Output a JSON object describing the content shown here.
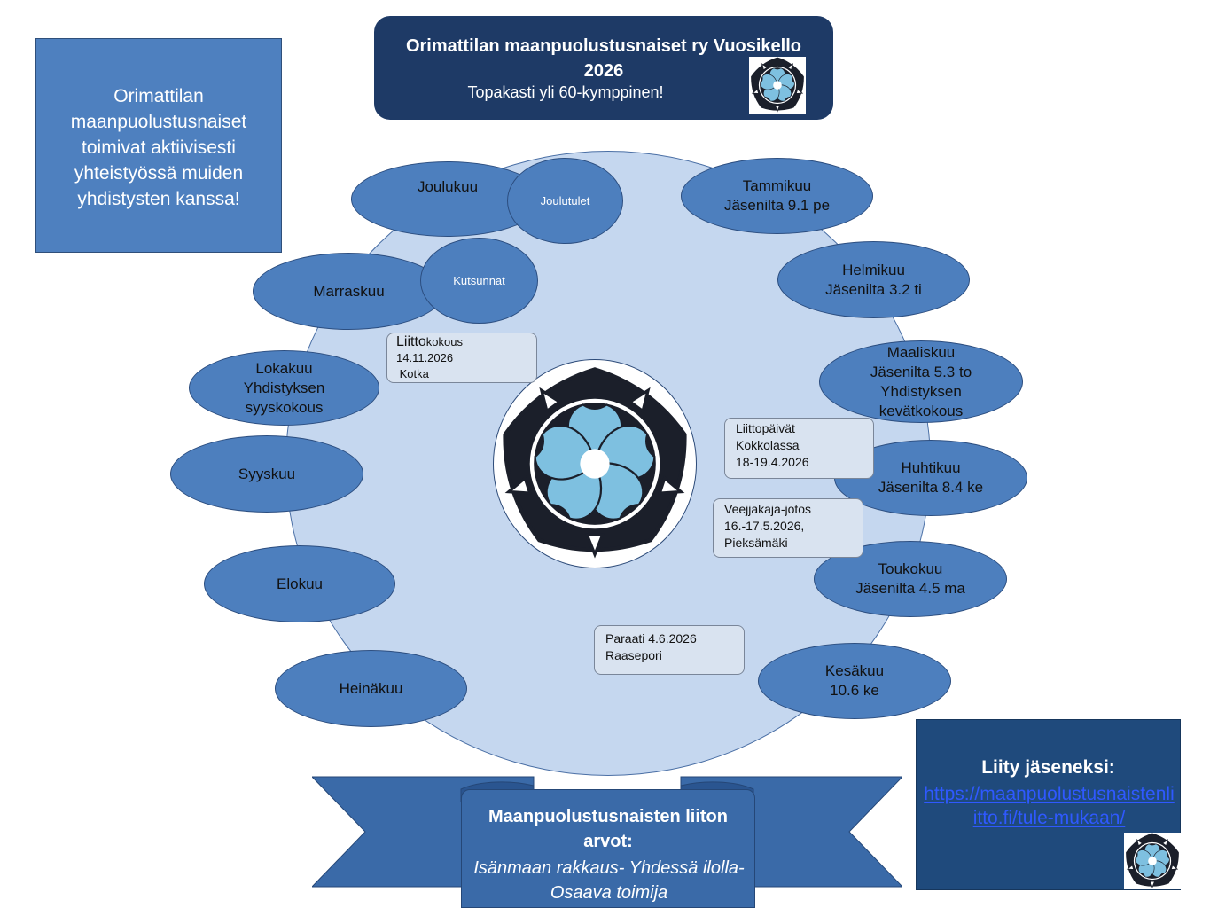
{
  "title": {
    "main": "Orimattilan maanpuolustusnaiset ry Vuosikello 2026",
    "subtitle": "Topakasti yli 60-kymppinen!"
  },
  "info_box": {
    "text": "Orimattilan maanpuolustusnaiset toimivat aktiivisesti yhteistyössä muiden yhdistysten kanssa!"
  },
  "months": {
    "tammikuu": {
      "name": "Tammikuu",
      "detail": "Jäsenilta  9.1 pe"
    },
    "helmikuu": {
      "name": "Helmikuu",
      "detail": "Jäsenilta 3.2 ti"
    },
    "maaliskuu": {
      "name": "Maaliskuu",
      "detail": "Jäsenilta 5.3 to Yhdistyksen kevätkokous"
    },
    "huhtikuu": {
      "name": "Huhtikuu",
      "detail": "Jäsenilta 8.4 ke"
    },
    "toukokuu": {
      "name": "Toukokuu",
      "detail": "Jäsenilta 4.5 ma"
    },
    "kesakuu": {
      "name": "Kesäkuu",
      "detail": "10.6 ke"
    },
    "heinakuu": {
      "name": "Heinäkuu"
    },
    "elokuu": {
      "name": "Elokuu"
    },
    "syyskuu": {
      "name": "Syyskuu"
    },
    "lokakuu": {
      "name": "Lokakuu",
      "detail": "Yhdistyksen syyskokous"
    },
    "marraskuu": {
      "name": "Marraskuu"
    },
    "joulukuu": {
      "name": "Joulukuu"
    }
  },
  "sub_events": {
    "joulutulet": "Joulutulet",
    "kutsunnat": "Kutsunnat"
  },
  "events": {
    "liittokokous": {
      "line1_big": "Liitto",
      "line1_small": "kokous",
      "line2": "14.11.2026",
      "line3": " Kotka"
    },
    "liittopaivat": {
      "line1": "Liittopäivät",
      "line2": "Kokkolassa",
      "line3": "18-19.4.2026"
    },
    "veejjakaja": {
      "line1": "Veejjakaja-jotos",
      "line2": "16.-17.5.2026,",
      "line3": "Pieksämäki"
    },
    "paraati": {
      "line1": "Paraati 4.6.2026",
      "line2": "Raasepori"
    }
  },
  "banner": {
    "heading": "Maanpuolustusnaisten liiton arvot:",
    "values": "Isänmaan rakkaus- Yhdessä ilolla- Osaava toimija"
  },
  "join": {
    "label": "Liity jäseneksi:",
    "link": "https://maanpuolustusnaistenliitto.fi/tule-mukaan/"
  },
  "colors": {
    "dark_navy": "#1e3a66",
    "month_blue": "#4d7fbe",
    "circle_fill": "#c5d7ef",
    "logo_petal": "#7ec0e0",
    "logo_dark": "#1b1f2a",
    "link": "#2f59ff"
  },
  "icons": {
    "logo": "five-petal-flower-rose-emblem-icon"
  }
}
